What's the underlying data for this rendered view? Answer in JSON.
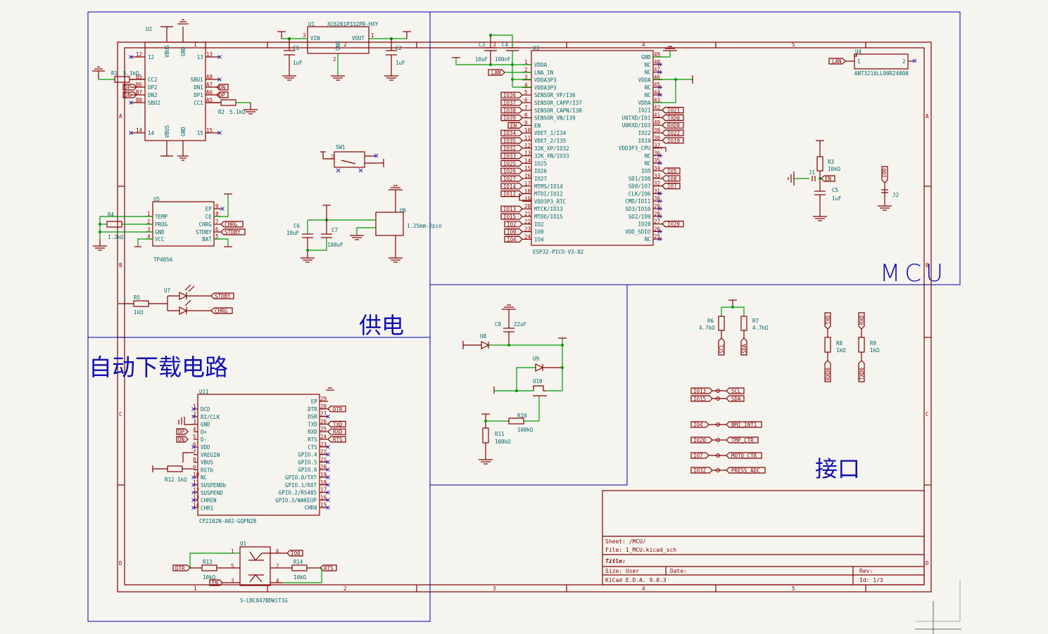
{
  "sheet": {
    "border_rows": [
      "A",
      "B",
      "C",
      "D"
    ],
    "border_cols": [
      "1",
      "2",
      "3",
      "4",
      "5"
    ],
    "grid_color": "#840000",
    "section_color": "#1010b0"
  },
  "sections": {
    "power": "供电",
    "mcu": "MCU",
    "auto_download": "自动下载电路",
    "interface": "接口"
  },
  "title_block": {
    "sheet": "Sheet: /MCU/",
    "file": "File: 1_MCU.kicad_sch",
    "title": "Title:",
    "size": "Size: User",
    "date": "Date:",
    "rev": "Rev:",
    "tool": "KiCad E.D.A. 9.0.3",
    "id": "Id: 1/3"
  },
  "usb_c": {
    "ref": "U2",
    "pins_left": [
      {
        "num": "12",
        "name": "12"
      },
      {
        "num": "B5",
        "name": "CC2"
      },
      {
        "num": "B6",
        "name": "DP2"
      },
      {
        "num": "B7",
        "name": "DN2"
      },
      {
        "num": "B8",
        "name": "SBU2"
      },
      {
        "num": "14",
        "name": "14"
      }
    ],
    "pins_right": [
      {
        "num": "13",
        "name": "13"
      },
      {
        "num": "A8",
        "name": "SBU1"
      },
      {
        "num": "A7",
        "name": "DN1"
      },
      {
        "num": "A6",
        "name": "DP1"
      },
      {
        "num": "A5",
        "name": "CC1"
      },
      {
        "num": "15",
        "name": "15"
      }
    ],
    "top_pins": [
      "VBUS",
      "GND"
    ],
    "bottom_pins": [
      "VBUS",
      "GND"
    ],
    "labels": {
      "dp": "DP",
      "dn": "DN"
    },
    "r1": {
      "ref": "R1",
      "value": "5.1kΩ"
    },
    "r2": {
      "ref": "R2",
      "value": "5.1kΩ"
    }
  },
  "ldo": {
    "ref": "U1",
    "part": "XC6201P332PR-HXY",
    "pins": {
      "vin": "VIN",
      "vout": "VOUT",
      "gnd": "GND",
      "vin_num": "3",
      "vout_num": "1",
      "gnd_num": "2"
    },
    "c1": {
      "ref": "C1",
      "value": "1uF"
    },
    "c2": {
      "ref": "C2",
      "value": "1uF"
    }
  },
  "charger": {
    "ref": "U5",
    "part": "TP4056",
    "pins_left": [
      {
        "num": "1",
        "name": "TEMP"
      },
      {
        "num": "2",
        "name": "PROG"
      },
      {
        "num": "3",
        "name": "GND"
      },
      {
        "num": "4",
        "name": "VCC"
      }
    ],
    "pins_right": [
      {
        "num": "9",
        "name": "EP"
      },
      {
        "num": "8",
        "name": "CE"
      },
      {
        "num": "7",
        "name": "CHRG"
      },
      {
        "num": "6",
        "name": "STDBY"
      },
      {
        "num": "5",
        "name": "BAT"
      }
    ],
    "labels": [
      "CHRG",
      "STDBY"
    ],
    "r4": {
      "ref": "R4",
      "value": "1.2kΩ"
    }
  },
  "leds": {
    "ref": "U7",
    "labels": [
      "STDBY",
      "CHRG"
    ],
    "r5": {
      "ref": "R5",
      "value": "1kΩ"
    }
  },
  "switch": {
    "ref": "SW1",
    "pin": "2"
  },
  "battery": {
    "ref": "U6",
    "part": "1.25mm-2pin",
    "c6": {
      "ref": "C6",
      "value": "10uF"
    },
    "c7": {
      "ref": "C7",
      "value": "100uF"
    }
  },
  "esp32": {
    "ref": "U3",
    "part": "ESP32-PICO-V3-02",
    "c3": {
      "ref": "C3",
      "value": "10uF"
    },
    "c4": {
      "ref": "C4",
      "value": "100nF"
    },
    "pins_left": [
      {
        "num": "1",
        "name": "VDDA",
        "label": ""
      },
      {
        "num": "2",
        "name": "LNA_IN",
        "label": "LAN"
      },
      {
        "num": "3",
        "name": "VDDA3P3",
        "label": ""
      },
      {
        "num": "4",
        "name": "VDDA3P3",
        "label": ""
      },
      {
        "num": "5",
        "name": "SENSOR_VP/I36",
        "label": "IO36"
      },
      {
        "num": "6",
        "name": "SENSOR_CAPP/I37",
        "label": "IO37"
      },
      {
        "num": "7",
        "name": "SENSOR_CAPN/I38",
        "label": "IO38"
      },
      {
        "num": "8",
        "name": "SENSOR_VN/I39",
        "label": "IO39"
      },
      {
        "num": "9",
        "name": "EN",
        "label": "EN"
      },
      {
        "num": "10",
        "name": "VDET_1/I34",
        "label": "IO34"
      },
      {
        "num": "11",
        "name": "VDET_2/I35",
        "label": "IO35"
      },
      {
        "num": "12",
        "name": "32K_XP/IO32",
        "label": "IO32"
      },
      {
        "num": "13",
        "name": "32K_XN/IO33",
        "label": "IO33"
      },
      {
        "num": "14",
        "name": "IO25",
        "label": "IO25"
      },
      {
        "num": "15",
        "name": "IO26",
        "label": "IO26"
      },
      {
        "num": "16",
        "name": "IO27",
        "label": "IO27"
      },
      {
        "num": "17",
        "name": "MTMS/IO14",
        "label": "IO14"
      },
      {
        "num": "18",
        "name": "MTDI/IO12",
        "label": "IO12"
      },
      {
        "num": "19",
        "name": "VDD3P3_RTC",
        "label": ""
      },
      {
        "num": "20",
        "name": "MTCK/IO13",
        "label": "IO13"
      },
      {
        "num": "21",
        "name": "MTDO/IO15",
        "label": "IO15"
      },
      {
        "num": "22",
        "name": "IO2",
        "label": "IO2"
      },
      {
        "num": "23",
        "name": "IO0",
        "label": "IO0"
      },
      {
        "num": "24",
        "name": "IO4",
        "label": "IO4"
      }
    ],
    "pins_right": [
      {
        "num": "49",
        "name": "GND",
        "label": ""
      },
      {
        "num": "48",
        "name": "NC",
        "label": ""
      },
      {
        "num": "47",
        "name": "NC",
        "label": ""
      },
      {
        "num": "46",
        "name": "VDDA",
        "label": ""
      },
      {
        "num": "45",
        "name": "NC",
        "label": ""
      },
      {
        "num": "44",
        "name": "NC",
        "label": ""
      },
      {
        "num": "43",
        "name": "VDDA",
        "label": ""
      },
      {
        "num": "42",
        "name": "IO21",
        "label": "IO21"
      },
      {
        "num": "41",
        "name": "U0TXD/IO1",
        "label": "TXD0"
      },
      {
        "num": "40",
        "name": "U0RXD/IO3",
        "label": "RXD0"
      },
      {
        "num": "39",
        "name": "IO22",
        "label": "IO22"
      },
      {
        "num": "38",
        "name": "IO19",
        "label": "IO19"
      },
      {
        "num": "37",
        "name": "VDD3P3_CPU",
        "label": ""
      },
      {
        "num": "36",
        "name": "NC",
        "label": ""
      },
      {
        "num": "35",
        "name": "NC",
        "label": ""
      },
      {
        "num": "34",
        "name": "IO5",
        "label": "IO5"
      },
      {
        "num": "33",
        "name": "SD1/IO8",
        "label": "IO8"
      },
      {
        "num": "32",
        "name": "SD0/IO7",
        "label": "IO7"
      },
      {
        "num": "31",
        "name": "CLK/IO6",
        "label": ""
      },
      {
        "num": "30",
        "name": "CMD/IO11",
        "label": ""
      },
      {
        "num": "29",
        "name": "SD3/IO10",
        "label": ""
      },
      {
        "num": "28",
        "name": "SD2/IO9",
        "label": ""
      },
      {
        "num": "27",
        "name": "IO20",
        "label": "IO20"
      },
      {
        "num": "26",
        "name": "VDD_SDIO",
        "label": ""
      },
      {
        "num": "25",
        "name": "NC",
        "label": ""
      }
    ]
  },
  "antenna": {
    "ref": "U4",
    "part": "ANT3216LL00R2400A",
    "label": "LAN",
    "pin1": "1",
    "pin2": "2"
  },
  "reset": {
    "j1": "J1",
    "r3": {
      "ref": "R3",
      "value": "10kΩ"
    },
    "c5": {
      "ref": "C5",
      "value": "1uF"
    },
    "label": "EN"
  },
  "boot": {
    "j2": "J2",
    "label": "IO0"
  },
  "power_switch": {
    "u8": "U8",
    "u9": "U9",
    "u10": "U10",
    "c8": {
      "ref": "C8",
      "value": "22uF"
    },
    "r10": {
      "ref": "R10",
      "value": "100kΩ"
    },
    "r11": {
      "ref": "R11",
      "value": "100kΩ"
    }
  },
  "interface": {
    "r6": {
      "ref": "R6",
      "value": "4.7kΩ",
      "label": "SCL"
    },
    "r7": {
      "ref": "R7",
      "value": "4.7kΩ",
      "label": "SDA"
    },
    "r8": {
      "ref": "R8",
      "value": "1kΩ",
      "top": "TXD",
      "bottom": "RXD0"
    },
    "r9": {
      "ref": "R9",
      "value": "1kΩ",
      "top": "RXD",
      "bottom": "TXD0"
    },
    "nets": [
      {
        "from": "IO13",
        "to": "SCL"
      },
      {
        "from": "IO15",
        "to": "SDA"
      },
      {
        "from": "IO4",
        "to": "BMI_INT1"
      },
      {
        "from": "IO20",
        "to": "TMP_CTR"
      },
      {
        "from": "IO7",
        "to": "MOTO_CTR"
      },
      {
        "from": "IO32",
        "to": "PRESS_ADC"
      }
    ]
  },
  "usb_uart": {
    "ref": "U11",
    "part": "CP2102N-A02-GQFN28",
    "pins_left": [
      {
        "num": "1",
        "name": "DCD"
      },
      {
        "num": "2",
        "name": "RI/CLK"
      },
      {
        "num": "3",
        "name": "GND"
      },
      {
        "num": "4",
        "name": "D+"
      },
      {
        "num": "5",
        "name": "D-"
      },
      {
        "num": "6",
        "name": "VDD"
      },
      {
        "num": "7",
        "name": "VREGIN"
      },
      {
        "num": "8",
        "name": "VBUS"
      },
      {
        "num": "9",
        "name": "RSTb"
      },
      {
        "num": "10",
        "name": "NC"
      },
      {
        "num": "11",
        "name": "SUSPENDb"
      },
      {
        "num": "12",
        "name": "SUSPEND"
      },
      {
        "num": "13",
        "name": "CHREN"
      },
      {
        "num": "14",
        "name": "CHR1"
      }
    ],
    "pins_right": [
      {
        "num": "29",
        "name": "EP",
        "label": ""
      },
      {
        "num": "28",
        "name": "DTR",
        "label": "DTR"
      },
      {
        "num": "27",
        "name": "DSR",
        "label": ""
      },
      {
        "num": "26",
        "name": "TXD",
        "label": "TXD"
      },
      {
        "num": "25",
        "name": "RXD",
        "label": "RXD"
      },
      {
        "num": "24",
        "name": "RTS",
        "label": "RTS"
      },
      {
        "num": "23",
        "name": "CTS",
        "label": ""
      },
      {
        "num": "22",
        "name": "GPIO.4",
        "label": ""
      },
      {
        "num": "21",
        "name": "GPIO.5",
        "label": ""
      },
      {
        "num": "20",
        "name": "GPIO.6",
        "label": ""
      },
      {
        "num": "19",
        "name": "GPIO.0/TXT",
        "label": ""
      },
      {
        "num": "18",
        "name": "GPIO.1/RXT",
        "label": ""
      },
      {
        "num": "17",
        "name": "GPIO.2/RS485",
        "label": ""
      },
      {
        "num": "16",
        "name": "GPIO.3/WAKEUP",
        "label": ""
      },
      {
        "num": "15",
        "name": "CHR0",
        "label": ""
      }
    ],
    "dp": "DP",
    "dn": "DN",
    "r12": "R12",
    "r12_value": "1kΩ"
  },
  "transistor": {
    "ref": "Q1",
    "part": "S-LBC847BDW1T1G",
    "r13": {
      "ref": "R13",
      "value": "10kΩ"
    },
    "r14": {
      "ref": "R14",
      "value": "10kΩ"
    },
    "labels": {
      "dtr": "DTR",
      "io0": "IO0",
      "rts": "RTS",
      "en": "EN"
    },
    "pins": [
      "1",
      "5",
      "3",
      "6",
      "2",
      "4"
    ]
  }
}
